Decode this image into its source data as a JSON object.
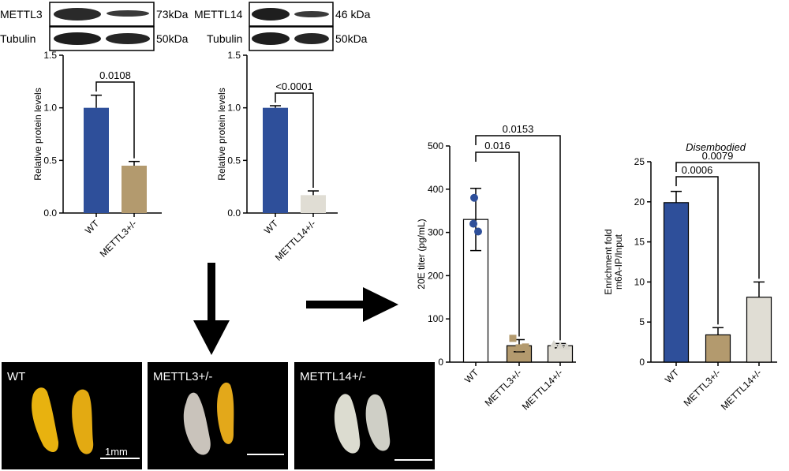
{
  "blots": [
    {
      "protein": "METTL3",
      "protein_size": "73kDa",
      "control": "Tubulin",
      "control_size": "50kDa",
      "bands": [
        1.0,
        0.4
      ]
    },
    {
      "protein": "METTL14",
      "protein_size": "46 kDa",
      "control": "Tubulin",
      "control_size": "50kDa",
      "bands": [
        1.0,
        0.3
      ]
    }
  ],
  "photos": [
    {
      "label": "WT",
      "scale_label": "1mm",
      "tone": "#e8b20f"
    },
    {
      "label": "METTL3+/-",
      "scale_label": "",
      "tone": "#e3a81a"
    },
    {
      "label": "METTL14+/-",
      "scale_label": "",
      "tone": "#d8d8cc"
    }
  ],
  "colors": {
    "wt": "#2e4f9a",
    "mettl3": "#b39a6e",
    "mettl14": "#e0ddd4",
    "open": "#ffffff"
  },
  "chart_data": [
    {
      "type": "bar",
      "title": "",
      "ylabel": "Relative protein levels",
      "ylim": [
        0,
        1.5
      ],
      "yticks": [
        "0.0",
        "0.5",
        "1.0",
        "1.5"
      ],
      "categories": [
        "WT",
        "METTL3+/-"
      ],
      "values": [
        1.0,
        0.45
      ],
      "errors": [
        0.12,
        0.04
      ],
      "comparisons": [
        {
          "label": "0.0108"
        }
      ]
    },
    {
      "type": "bar",
      "title": "",
      "ylabel": "Relative protein levels",
      "ylim": [
        0,
        1.5
      ],
      "yticks": [
        "0.0",
        "0.5",
        "1.0",
        "1.5"
      ],
      "categories": [
        "WT",
        "METTL14+/-"
      ],
      "values": [
        1.0,
        0.17
      ],
      "errors": [
        0.02,
        0.04
      ],
      "comparisons": [
        {
          "label": "<0.0001"
        }
      ]
    },
    {
      "type": "bar",
      "title": "",
      "ylabel": "20E titer (pg/mL)",
      "ylim": [
        0,
        500
      ],
      "yticks": [
        "0",
        "100",
        "200",
        "300",
        "400",
        "500"
      ],
      "categories": [
        "WT",
        "METTL3+/-",
        "METTL14+/-"
      ],
      "values": [
        330,
        38,
        38
      ],
      "errors": [
        72,
        14,
        5
      ],
      "points": [
        [
          380,
          302,
          320
        ],
        [
          55,
          33,
          35
        ],
        [
          42,
          38,
          36
        ]
      ],
      "comparisons": [
        {
          "label": "0.016"
        },
        {
          "label": "0.0153"
        }
      ]
    },
    {
      "type": "bar",
      "title": "Disembodied",
      "ylabel": "Enrichment fold m6A-IP/Input",
      "ylabel_lines": [
        "Enrichment fold",
        "m6A-IP/Input"
      ],
      "ylim": [
        0,
        25
      ],
      "yticks": [
        "0",
        "5",
        "10",
        "15",
        "20",
        "25"
      ],
      "categories": [
        "WT",
        "METTL3+/-",
        "METTL14+/-"
      ],
      "values": [
        19.9,
        3.4,
        8.1
      ],
      "errors": [
        1.4,
        0.9,
        1.9
      ],
      "comparisons": [
        {
          "label": "0.0006"
        },
        {
          "label": "0.0079"
        }
      ]
    }
  ]
}
